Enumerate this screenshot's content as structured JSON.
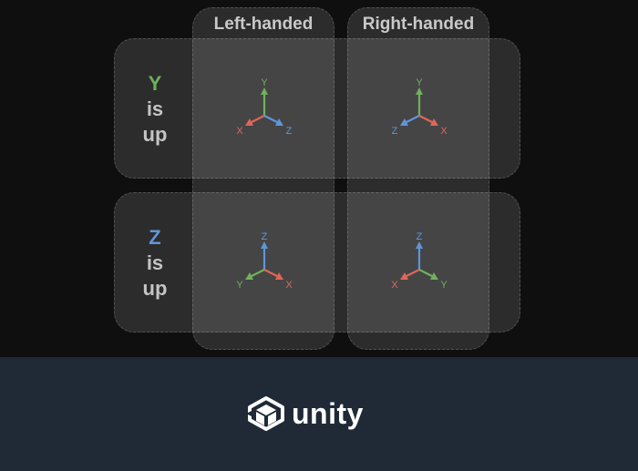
{
  "columns": {
    "left": "Left-handed",
    "right": "Right-handed"
  },
  "rows": {
    "y_up": {
      "axis": "Y",
      "word1": "is",
      "word2": "up"
    },
    "z_up": {
      "axis": "Z",
      "word1": "is",
      "word2": "up"
    }
  },
  "axis_labels": {
    "x": "X",
    "y": "Y",
    "z": "Z"
  },
  "colors": {
    "x": "#e06656",
    "y": "#6fb15b",
    "z": "#5f95d8",
    "row_y_letter": "#6fb15b",
    "row_z_letter": "#5f95d8",
    "footer_bg": "#1f2a36"
  },
  "footer": {
    "brand": "unity",
    "logo_icon": "unity-cube-icon"
  }
}
